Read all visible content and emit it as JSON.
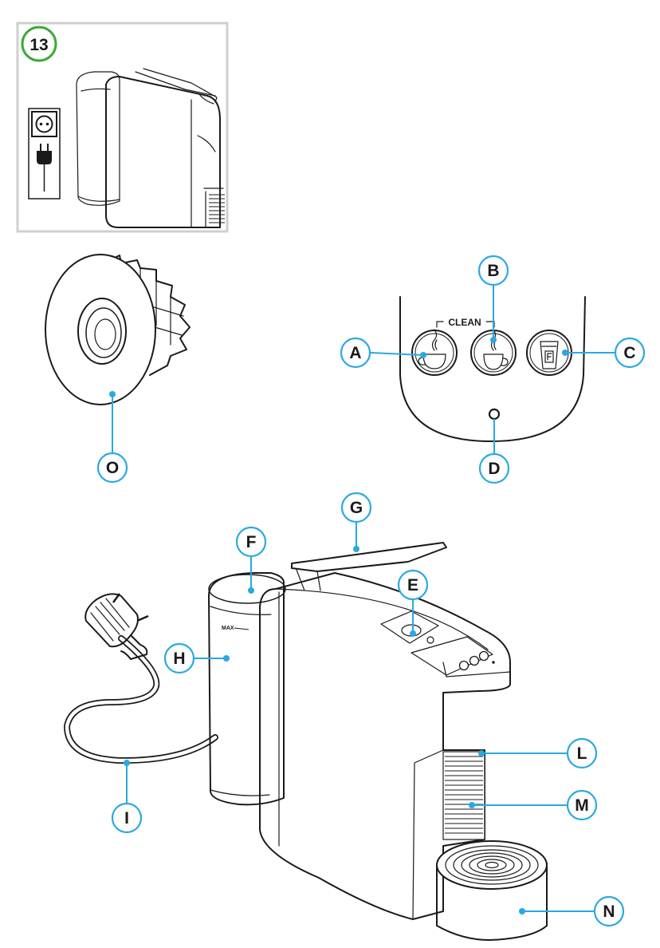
{
  "step": {
    "number": "13",
    "ring_color": "#3aaa35"
  },
  "panel": {
    "clean_label": "CLEAN"
  },
  "tank": {
    "max_label": "MAX"
  },
  "callouts": {
    "accent_color": "#29a9e1",
    "A": "A",
    "B": "B",
    "C": "C",
    "D": "D",
    "E": "E",
    "F": "F",
    "G": "G",
    "H": "H",
    "I": "I",
    "L": "L",
    "M": "M",
    "N": "N",
    "O": "O"
  },
  "icons": [
    "socket-icon",
    "plug-icon",
    "espresso-cup-icon",
    "lungo-cup-icon",
    "cold-brew-icon"
  ]
}
